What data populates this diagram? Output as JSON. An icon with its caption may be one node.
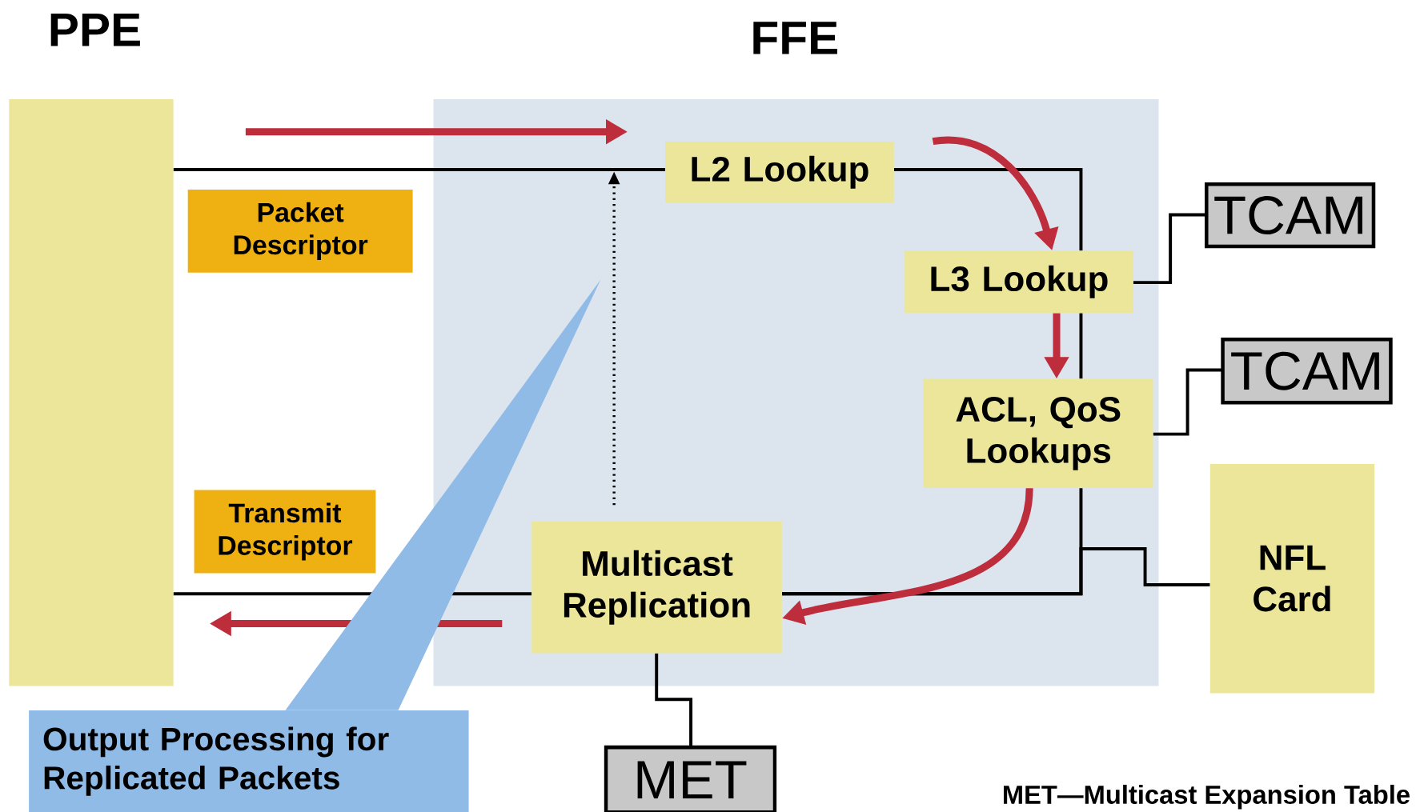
{
  "diagram": {
    "nodes": [
      {
        "text": [
          "PPE"
        ]
      },
      {
        "text": [
          "FFE"
        ]
      },
      {
        "text": [
          "Packet Descriptor"
        ]
      },
      {
        "text": [
          "L2 Lookup"
        ],
        "in": 1
      },
      {
        "text": [
          "L3 Lookup"
        ],
        "in": 1
      },
      {
        "text": [
          "ACL, QoS Lookups"
        ],
        "in": 1
      },
      {
        "text": [
          "TCAM"
        ]
      },
      {
        "text": [
          "TCAM"
        ]
      },
      {
        "text": [
          "Transmit Descriptor"
        ]
      },
      {
        "text": [
          "Multicast Replication"
        ],
        "in": 1
      },
      {
        "text": [
          "NFL Card"
        ]
      },
      {
        "text": [
          "MET"
        ]
      },
      {
        "text": [
          "Output Processing for Replicated Packets"
        ]
      }
    ],
    "edges": [
      {
        "from": 0,
        "to": 3,
        "arrow": "none"
      },
      {
        "from": 3,
        "to": 4,
        "arrow": "none"
      },
      {
        "from": 4,
        "to": 5,
        "arrow": "none"
      },
      {
        "from": 5,
        "to": 9,
        "arrow": "none"
      },
      {
        "from": 10,
        "to": 9,
        "arrow": "none"
      },
      {
        "from": 9,
        "to": 0,
        "arrow": "none"
      },
      {
        "from": 4,
        "to": 6,
        "arrow": "none"
      },
      {
        "from": 5,
        "to": 7,
        "arrow": "none"
      },
      {
        "from": 9,
        "to": 11,
        "arrow": "none"
      },
      {
        "from": 3,
        "to": 4,
        "arrow": "to",
        "style": "thick",
        "color": "#be2d3b"
      },
      {
        "from": 4,
        "to": 5,
        "arrow": "to",
        "style": "thick",
        "color": "#be2d3b"
      },
      {
        "from": 5,
        "to": 9,
        "arrow": "to",
        "style": "thick",
        "color": "#be2d3b"
      },
      {
        "from": 9,
        "to": null,
        "arrow": "to",
        "style": "dashed"
      },
      {
        "from": 12,
        "to": null,
        "arrow": "to",
        "color": "#8fbbe6"
      }
    ],
    "labels": [
      "MET—Multicast Expansion Table"
    ]
  }
}
